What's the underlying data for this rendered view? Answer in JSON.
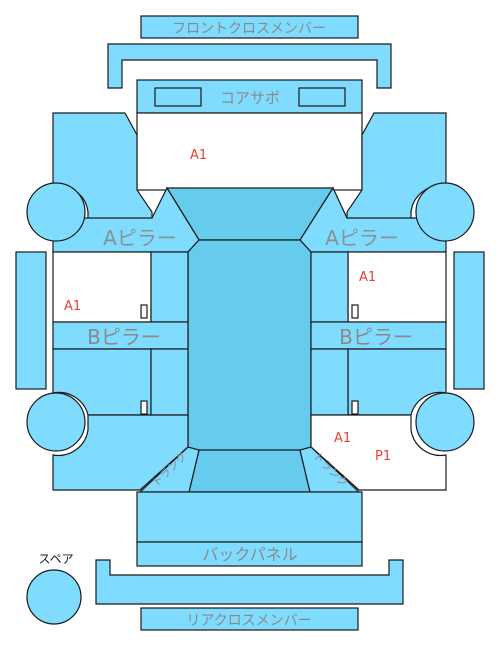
{
  "labels": {
    "front_cross_member": "フロントクロスメンバー",
    "core_support": "コアサポ",
    "a_pillar_left": "Aピラー",
    "a_pillar_right": "Aピラー",
    "b_pillar_left": "Bピラー",
    "b_pillar_right": "Bピラー",
    "back_panel": "バックパネル",
    "rear_cross_member": "リアクロスメンバー",
    "spare": "スペア",
    "trunk_left": "トランク",
    "trunk_right": "トランク"
  },
  "damage_codes": [
    {
      "code": "A1",
      "location": "front-hood"
    },
    {
      "code": "A1",
      "location": "right-front-door"
    },
    {
      "code": "A1",
      "location": "left-front-door"
    },
    {
      "code": "A1",
      "location": "right-rear-quarter"
    },
    {
      "code": "P1",
      "location": "right-rear-quarter"
    }
  ],
  "colors": {
    "panel": "#7fdcff",
    "panel_dark": "#66ccee",
    "code_text": "#e8403c",
    "label_text": "#8a8a8a"
  }
}
